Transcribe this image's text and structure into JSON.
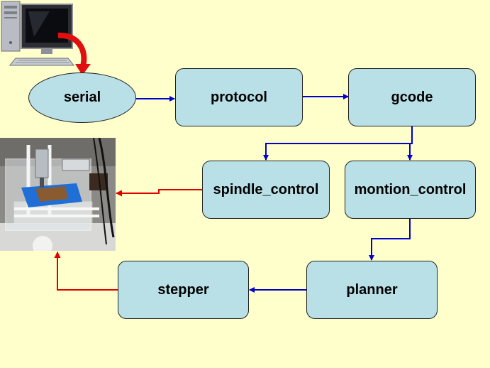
{
  "diagram": {
    "nodes": {
      "serial": "serial",
      "protocol": "protocol",
      "gcode": "gcode",
      "spindle_control": "spindle_control",
      "montion_control": "montion_control",
      "planner": "planner",
      "stepper": "stepper"
    },
    "colors": {
      "background": "#ffffcc",
      "node_fill": "#b8e0e6",
      "flow_arrow": "#0000cc",
      "output_arrow": "#dd0000"
    },
    "images": {
      "computer": "desktop-computer-icon",
      "machine": "cnc-engraver-photo"
    }
  }
}
